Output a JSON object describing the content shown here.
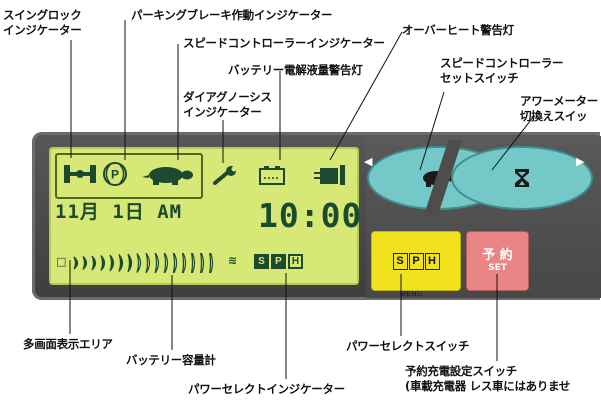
{
  "callouts": {
    "swing_lock": [
      "スイングロック",
      "インジケーター"
    ],
    "parking_brake": "パーキングブレーキ作動インジケーター",
    "speed_controller": "スピードコントローラーインジケーター",
    "battery_fluid": "バッテリー電解液量警告灯",
    "diagnosis": [
      "ダイアグノーシス",
      "インジケーター"
    ],
    "overheat": "オーバーヒート警告灯",
    "speed_set_switch": [
      "スピードコントローラー",
      "セットスイッチ"
    ],
    "hour_meter": [
      "アワーメーター",
      "切換えスイッ"
    ],
    "multi_display": "多画面表示エリア",
    "battery_gauge": "バッテリー容量計",
    "power_select_switch": "パワーセレクトスイッチ",
    "power_select_indicator": "パワーセレクトインジケーター",
    "reserve_switch": [
      "予約充電設定スイッチ",
      "(車載充電器 レス車にはありませ"
    ]
  },
  "lcd": {
    "date": "11月 1日 AM",
    "time": "10:00",
    "small_icon": "□",
    "gauge_icon": "≋",
    "mode_indicators": [
      "S",
      "P",
      "H"
    ],
    "battery_level": 0.44
  },
  "buttons": {
    "power_select": [
      "S",
      "P",
      "H"
    ],
    "power_select_caption": "MENU",
    "reserve_title": "予 約",
    "reserve_sub": "SET",
    "arrow_left": "◀",
    "arrow_right": "▶"
  },
  "colors": {
    "lcd_bg": "#d8e877",
    "lcd_ink": "#1b4a2e",
    "speed_button": "#74c8c8",
    "power_button": "#f0e31e",
    "reserve_button": "#ea8585",
    "panel": "#4a4a4a"
  }
}
